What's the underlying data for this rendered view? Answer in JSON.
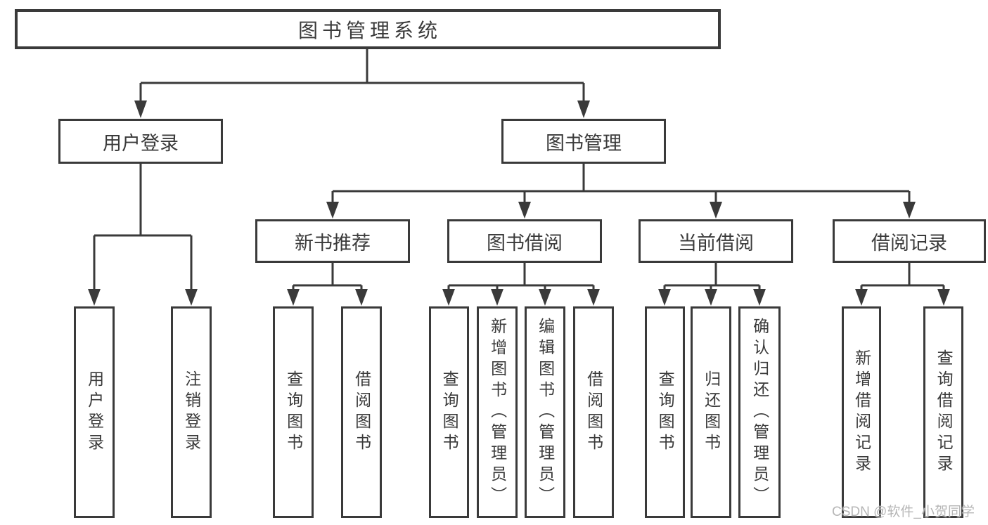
{
  "colors": {
    "line": "#3a3a3a",
    "text": "#3a3a3a",
    "box_background": "#ffffff",
    "watermark": "#b2b2b2"
  },
  "tree": {
    "root": "图书管理系统",
    "branches": [
      {
        "label": "用户登录",
        "children": [
          {
            "label": "用户登录"
          },
          {
            "label": "注销登录"
          }
        ]
      },
      {
        "label": "图书管理",
        "children": [
          {
            "label": "新书推荐",
            "children": [
              {
                "label": "查询图书"
              },
              {
                "label": "借阅图书"
              }
            ]
          },
          {
            "label": "图书借阅",
            "children": [
              {
                "label": "查询图书"
              },
              {
                "label": "新增图书（管理员）"
              },
              {
                "label": "编辑图书（管理员）"
              },
              {
                "label": "借阅图书"
              }
            ]
          },
          {
            "label": "当前借阅",
            "children": [
              {
                "label": "查询图书"
              },
              {
                "label": "归还图书"
              },
              {
                "label": "确认归还（管理员）"
              }
            ]
          },
          {
            "label": "借阅记录",
            "children": [
              {
                "label": "新增借阅记录"
              },
              {
                "label": "查询借阅记录"
              }
            ]
          }
        ]
      }
    ]
  },
  "watermark": {
    "text": "CSDN @软件_小贺同学"
  }
}
